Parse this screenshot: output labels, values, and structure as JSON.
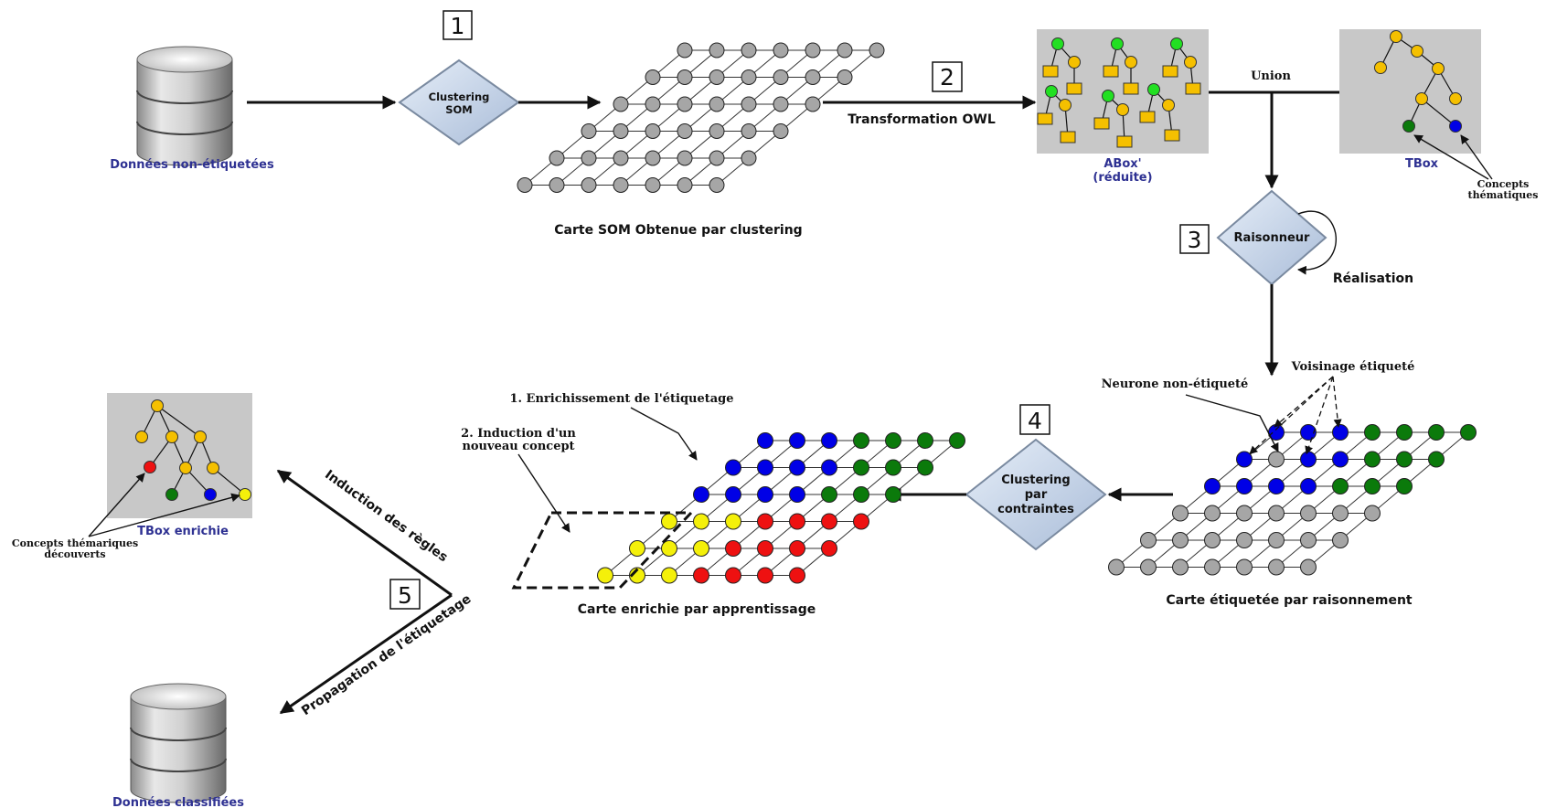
{
  "steps": [
    "1",
    "2",
    "3",
    "4",
    "5"
  ],
  "labels": {
    "data_unlabeled": "Données non-étiquetées",
    "clustering_som": [
      "Clustering",
      "SOM"
    ],
    "som_map": "Carte SOM Obtenue par clustering",
    "transformation": "Transformation OWL",
    "abox": [
      "ABox'",
      "(réduite)"
    ],
    "union": "Union",
    "tbox": "TBox",
    "concepts_thematiques": [
      "Concepts",
      "thématiques"
    ],
    "raisonneur": "Raisonneur",
    "realisation": "Réalisation",
    "neurone_non_etiquete": "Neurone non-étiqueté",
    "voisinage_etiquete": "Voisinage étiqueté",
    "carte_etiquetee": "Carte étiquetée par raisonnement",
    "clustering_contraintes": [
      "Clustering",
      "par",
      "contraintes"
    ],
    "enrichissement": "1. Enrichissement de l'étiquetage",
    "induction_concept": [
      "2. Induction d'un",
      "nouveau concept"
    ],
    "carte_enrichie": "Carte enrichie par apprentissage",
    "tbox_enrichie": "TBox enrichie",
    "concepts_decouverts": [
      "Concepts thémariques",
      "découverts"
    ],
    "induction_regles": "Induction des règles",
    "propagation": "Propagation de l'étiquetage",
    "data_classified": "Données classifiées"
  },
  "colors": {
    "gray": "#a6a6a6",
    "blue": "#0000e6",
    "green": "#0b7a0b",
    "red": "#ee1111",
    "yellow": "#f4f00a",
    "gold": "#f5c000",
    "bright_green": "#22e022",
    "panel": "#c8c8c8",
    "diamond": "#c9d6ea",
    "label_blue": "#2e3192"
  },
  "maps": {
    "som": [
      [
        "gray",
        "gray",
        "gray",
        "gray",
        "gray",
        "gray",
        "gray"
      ],
      [
        "gray",
        "gray",
        "gray",
        "gray",
        "gray",
        "gray",
        "gray"
      ],
      [
        "gray",
        "gray",
        "gray",
        "gray",
        "gray",
        "gray",
        "gray"
      ],
      [
        "gray",
        "gray",
        "gray",
        "gray",
        "gray",
        "gray",
        "gray"
      ],
      [
        "gray",
        "gray",
        "gray",
        "gray",
        "gray",
        "gray",
        "gray"
      ],
      [
        "gray",
        "gray",
        "gray",
        "gray",
        "gray",
        "gray",
        "gray"
      ]
    ],
    "labeled": [
      [
        "blue",
        "blue",
        "blue",
        "green",
        "green",
        "green",
        "green"
      ],
      [
        "blue",
        "gray",
        "blue",
        "blue",
        "green",
        "green",
        "green"
      ],
      [
        "blue",
        "blue",
        "blue",
        "blue",
        "green",
        "green",
        "green"
      ],
      [
        "gray",
        "gray",
        "gray",
        "gray",
        "gray",
        "gray",
        "gray"
      ],
      [
        "gray",
        "gray",
        "gray",
        "gray",
        "gray",
        "gray",
        "gray"
      ],
      [
        "gray",
        "gray",
        "gray",
        "gray",
        "gray",
        "gray",
        "gray"
      ]
    ],
    "enriched": [
      [
        "blue",
        "blue",
        "blue",
        "green",
        "green",
        "green",
        "green"
      ],
      [
        "blue",
        "blue",
        "blue",
        "blue",
        "green",
        "green",
        "green"
      ],
      [
        "blue",
        "blue",
        "blue",
        "blue",
        "green",
        "green",
        "green"
      ],
      [
        "yellow",
        "yellow",
        "yellow",
        "red",
        "red",
        "red",
        "red"
      ],
      [
        "yellow",
        "yellow",
        "yellow",
        "red",
        "red",
        "red",
        "red"
      ],
      [
        "yellow",
        "yellow",
        "yellow",
        "red",
        "red",
        "red",
        "red"
      ]
    ]
  }
}
